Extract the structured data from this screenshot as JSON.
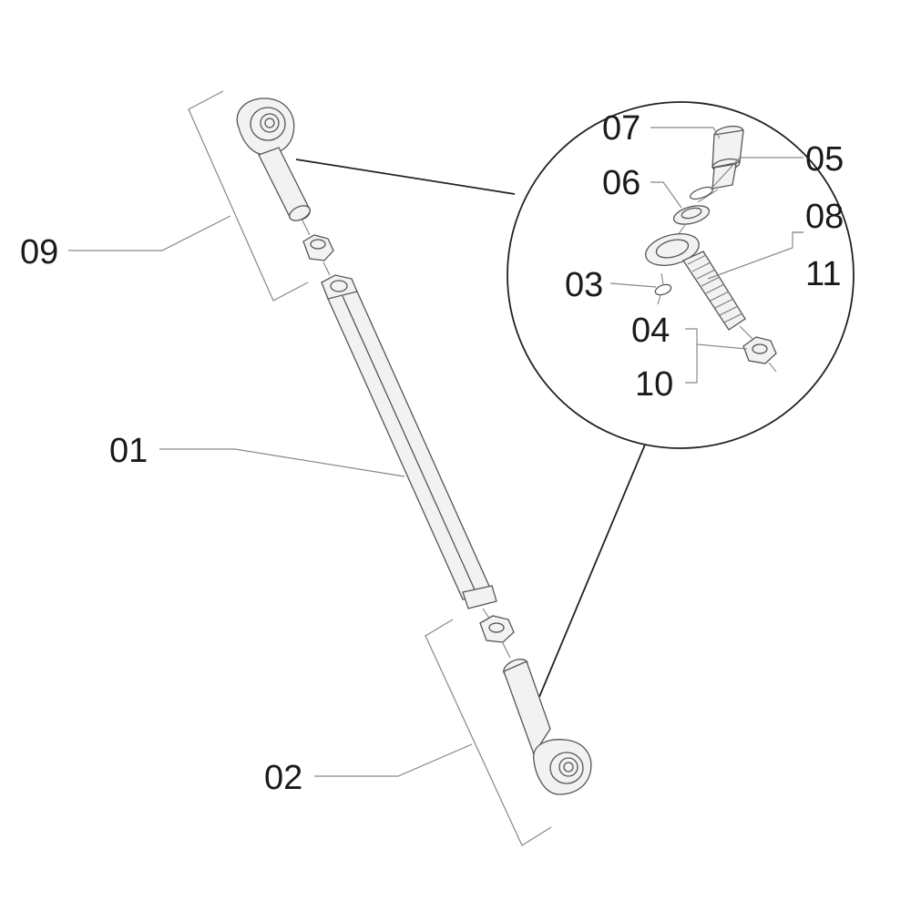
{
  "diagram": {
    "labels": {
      "p01": "01",
      "p02": "02",
      "p03": "03",
      "p04": "04",
      "p05": "05",
      "p06": "06",
      "p07": "07",
      "p08": "08",
      "p09": "09",
      "p10": "10",
      "p11": "11"
    },
    "colors": {
      "line": "#555555",
      "leader": "#888888",
      "text": "#1a1a1a",
      "part_fill": "#f2f2f2",
      "background": "#ffffff"
    }
  }
}
